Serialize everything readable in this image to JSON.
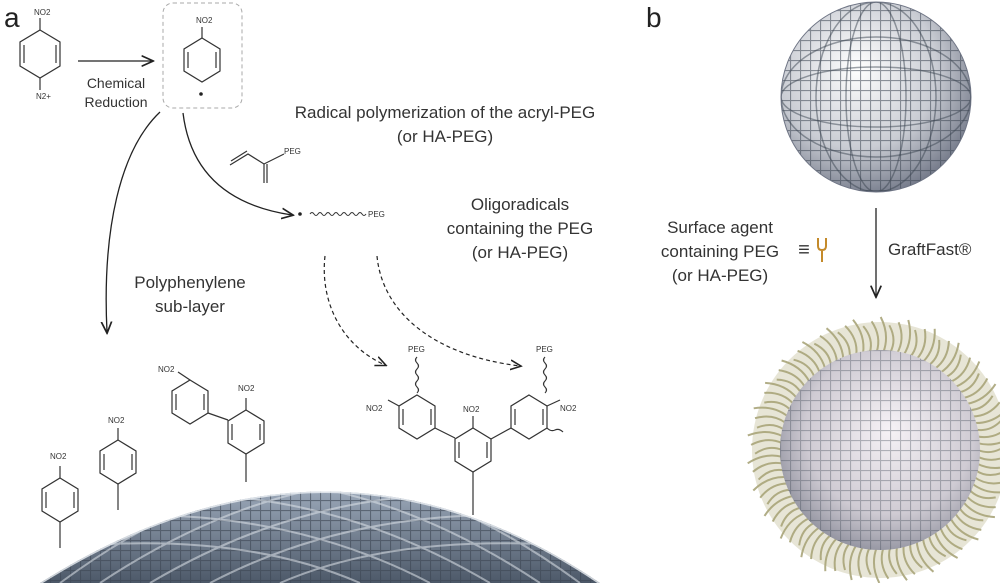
{
  "panel_a": {
    "letter": "a",
    "reduction_line1": "Chemical",
    "reduction_line2": "Reduction",
    "polymerization_line1": "Radical polymerization of the acryl-PEG",
    "polymerization_line2": "(or HA-PEG)",
    "oligo_line1": "Oligoradicals",
    "oligo_line2": "containing the PEG",
    "oligo_line3": "(or HA-PEG)",
    "sublayer_line1": "Polyphenylene",
    "sublayer_line2": "sub-layer",
    "nitro": "NO2",
    "peg": "PEG",
    "diazonium": "N2+"
  },
  "panel_b": {
    "letter": "b",
    "agent_line1": "Surface agent",
    "agent_line2": "containing PEG",
    "agent_line3": "(or HA-PEG)",
    "equiv_symbol": "≡",
    "process": "GraftFast®"
  },
  "colors": {
    "mesh": "#7f8da0",
    "mesh_dark": "#4e5a6a",
    "peg_brush": "#b8b48a",
    "text": "#333333"
  }
}
